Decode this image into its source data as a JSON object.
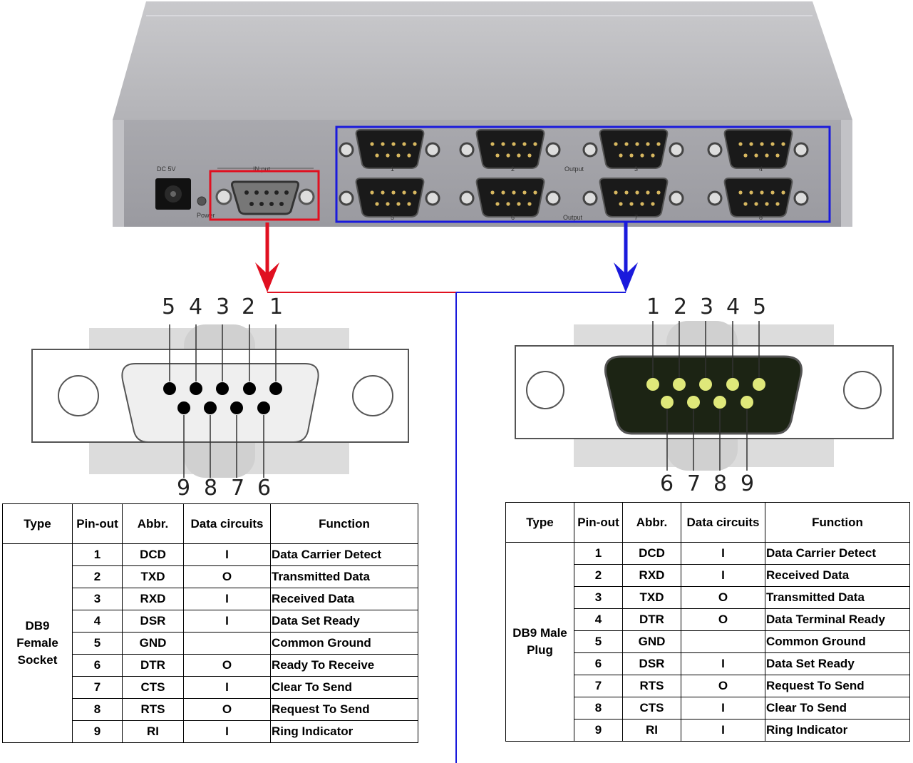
{
  "device": {
    "power_jack_label": "DC 5V",
    "power_led_label": "Power",
    "input_label": "IN put",
    "output_group_label": "Output",
    "output_ports_top": [
      "1",
      "2",
      "3",
      "4"
    ],
    "output_ports_bottom": [
      "5",
      "6",
      "7",
      "8"
    ]
  },
  "colors": {
    "input_highlight": "#e01020",
    "output_highlight": "#1a1adc"
  },
  "female_connector": {
    "top_pins": [
      "5",
      "4",
      "3",
      "2",
      "1"
    ],
    "bottom_pins": [
      "9",
      "8",
      "7",
      "6"
    ]
  },
  "male_connector": {
    "top_pins": [
      "1",
      "2",
      "3",
      "4",
      "5"
    ],
    "bottom_pins": [
      "6",
      "7",
      "8",
      "9"
    ]
  },
  "table_headers": [
    "Type",
    "Pin-out",
    "Abbr.",
    "Data circuits",
    "Function"
  ],
  "female_table": {
    "type": "DB9 Female Socket",
    "rows": [
      {
        "pin": "1",
        "abbr": "DCD",
        "circuit": "I",
        "function": "Data Carrier Detect"
      },
      {
        "pin": "2",
        "abbr": "TXD",
        "circuit": "O",
        "function": "Transmitted Data"
      },
      {
        "pin": "3",
        "abbr": "RXD",
        "circuit": "I",
        "function": "Received Data"
      },
      {
        "pin": "4",
        "abbr": "DSR",
        "circuit": "I",
        "function": "Data Set Ready"
      },
      {
        "pin": "5",
        "abbr": "GND",
        "circuit": "",
        "function": "Common Ground"
      },
      {
        "pin": "6",
        "abbr": "DTR",
        "circuit": "O",
        "function": "Ready To Receive"
      },
      {
        "pin": "7",
        "abbr": "CTS",
        "circuit": "I",
        "function": "Clear To Send"
      },
      {
        "pin": "8",
        "abbr": "RTS",
        "circuit": "O",
        "function": "Request To Send"
      },
      {
        "pin": "9",
        "abbr": "RI",
        "circuit": "I",
        "function": "Ring Indicator"
      }
    ]
  },
  "male_table": {
    "type": "DB9 Male Plug",
    "rows": [
      {
        "pin": "1",
        "abbr": "DCD",
        "circuit": "I",
        "function": "Data Carrier Detect"
      },
      {
        "pin": "2",
        "abbr": "RXD",
        "circuit": "I",
        "function": "Received Data"
      },
      {
        "pin": "3",
        "abbr": "TXD",
        "circuit": "O",
        "function": "Transmitted Data"
      },
      {
        "pin": "4",
        "abbr": "DTR",
        "circuit": "O",
        "function": "Data Terminal Ready"
      },
      {
        "pin": "5",
        "abbr": "GND",
        "circuit": "",
        "function": "Common Ground"
      },
      {
        "pin": "6",
        "abbr": "DSR",
        "circuit": "I",
        "function": "Data Set Ready"
      },
      {
        "pin": "7",
        "abbr": "RTS",
        "circuit": "O",
        "function": "Request To Send"
      },
      {
        "pin": "8",
        "abbr": "CTS",
        "circuit": "I",
        "function": "Clear To Send"
      },
      {
        "pin": "9",
        "abbr": "RI",
        "circuit": "I",
        "function": "Ring Indicator"
      }
    ]
  }
}
